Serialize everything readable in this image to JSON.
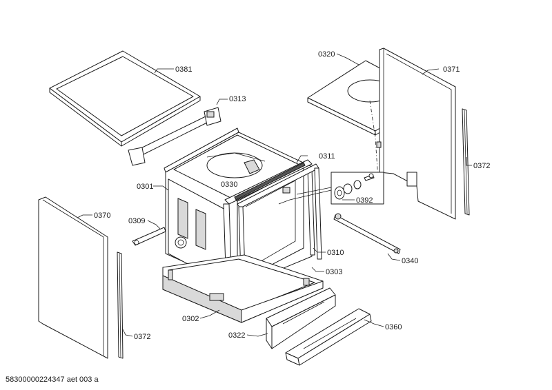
{
  "labels": {
    "p0381": "0381",
    "p0313": "0313",
    "p0320": "0320",
    "p0371": "0371",
    "p0311": "0311",
    "p0301": "0301",
    "p0330": "0330",
    "p0392": "0392",
    "p0372a": "0372",
    "p0370": "0370",
    "p0309": "0309",
    "p0310": "0310",
    "p0340": "0340",
    "p0303": "0303",
    "p0302": "0302",
    "p0372b": "0372",
    "p0322": "0322",
    "p0360": "0360"
  },
  "footer": "58300000224347 aet 003 a"
}
